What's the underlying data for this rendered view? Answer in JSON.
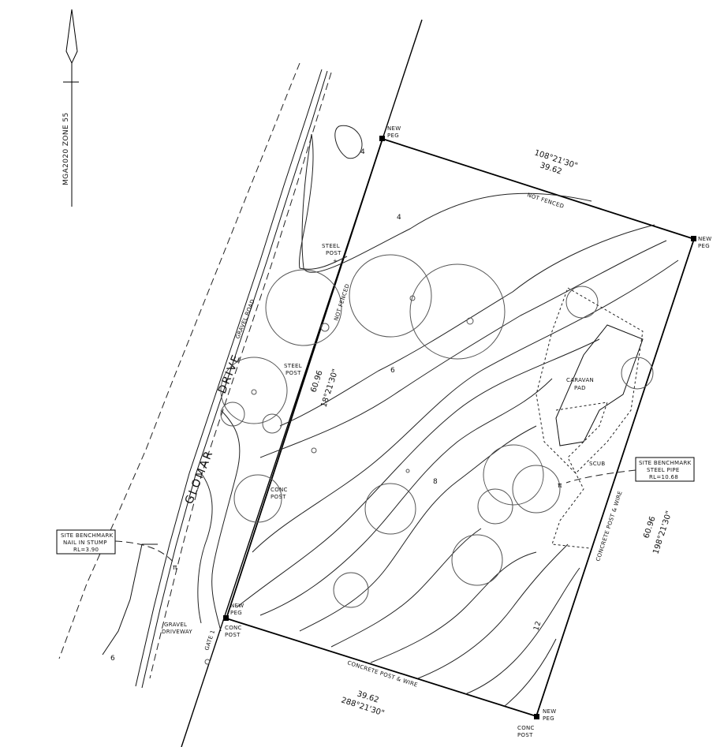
{
  "north": {
    "zone": "MGA2020 ZONE 55"
  },
  "road": {
    "name": "GLOMAR",
    "suffix": "DRIVE",
    "gravel_road": "GRAVEL ROAD"
  },
  "boundary": {
    "top_bearing": "108°21'30\"",
    "top_distance": "39.62",
    "top_note": "NOT FENCED",
    "right_bearing": "198°21'30\"",
    "right_distance": "60.96",
    "right_note": "CONCRETE POST & WIRE",
    "bottom_bearing": "288°21'30\"",
    "bottom_distance": "39.62",
    "bottom_note": "CONCRETE POST & WIRE",
    "left_bearing": "18°21'30\"",
    "left_distance": "60.96",
    "left_note": "NOT FENCED"
  },
  "pegs": {
    "top_left": [
      "NEW",
      "PEG"
    ],
    "top_right": [
      "NEW",
      "PEG"
    ],
    "bottom_left": [
      "NEW",
      "PEG"
    ],
    "bottom_right": [
      "NEW",
      "PEG"
    ]
  },
  "features": {
    "steel_post_1": [
      "STEEL",
      "POST"
    ],
    "steel_post_2": [
      "STEEL",
      "POST"
    ],
    "conc_post_1": [
      "CONC",
      "POST"
    ],
    "conc_post_2": [
      "CONC",
      "POST"
    ],
    "conc_post_3": [
      "CONC",
      "POST"
    ],
    "caravan_pad": [
      "CARAVAN",
      "PAD"
    ],
    "scub": "SCUB",
    "gravel_driveway": [
      "GRAVEL",
      "DRIVEWAY"
    ],
    "gate": "GATE 1"
  },
  "benchmarks": [
    {
      "lines": [
        "SITE BENCHMARK",
        "NAIL IN STUMP",
        "RL=3.90"
      ]
    },
    {
      "lines": [
        "SITE BENCHMARK",
        "STEEL PIPE",
        "RL=10.68"
      ]
    }
  ],
  "contour_labels": [
    "4",
    "4",
    "6",
    "8",
    "12",
    "6"
  ]
}
